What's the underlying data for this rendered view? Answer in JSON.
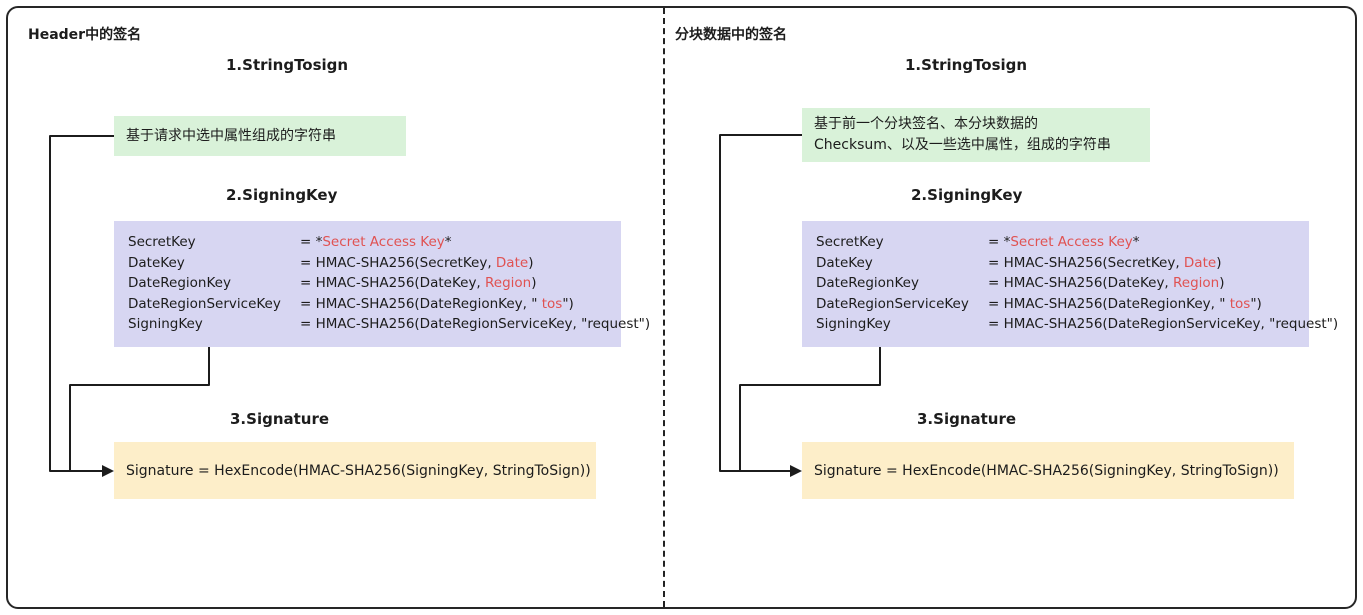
{
  "colors": {
    "green_box": "#d9f2d9",
    "purple_box": "#d7d6f2",
    "yellow_box": "#fdeec9",
    "red_text": "#e05252",
    "line": "#1c1c1c"
  },
  "panels": [
    {
      "title": "Header中的签名",
      "step1_label": "1.StringTosign",
      "string_to_sign_lines": [
        "基于请求中选中属性组成的字符串",
        ""
      ],
      "step2_label": "2.SigningKey",
      "code_lines": [
        {
          "key": "SecretKey",
          "pre": "= *",
          "red": "Secret Access Key",
          "post": "*"
        },
        {
          "key": "DateKey",
          "pre": "= HMAC-SHA256(SecretKey, ",
          "red": "Date",
          "post": ")"
        },
        {
          "key": "DateRegionKey",
          "pre": "= HMAC-SHA256(DateKey, ",
          "red": "Region",
          "post": ")"
        },
        {
          "key": "DateRegionServiceKey",
          "pre": "= HMAC-SHA256(DateRegionKey, \" ",
          "red": "tos",
          "post": "\")"
        },
        {
          "key": "SigningKey",
          "pre": "= HMAC-SHA256(DateRegionServiceKey, \"request\")",
          "red": "",
          "post": ""
        }
      ],
      "step3_label": "3.Signature",
      "signature": "Signature = HexEncode(HMAC-SHA256(SigningKey, StringToSign))"
    },
    {
      "title": "分块数据中的签名",
      "step1_label": "1.StringTosign",
      "string_to_sign_lines": [
        "基于前一个分块签名、本分块数据的",
        "Checksum、以及一些选中属性，组成的字符串"
      ],
      "step2_label": "2.SigningKey",
      "code_lines": [
        {
          "key": "SecretKey",
          "pre": "= *",
          "red": "Secret Access Key",
          "post": "*"
        },
        {
          "key": "DateKey",
          "pre": "= HMAC-SHA256(SecretKey, ",
          "red": "Date",
          "post": ")"
        },
        {
          "key": "DateRegionKey",
          "pre": "= HMAC-SHA256(DateKey, ",
          "red": "Region",
          "post": ")"
        },
        {
          "key": "DateRegionServiceKey",
          "pre": "= HMAC-SHA256(DateRegionKey, \" ",
          "red": "tos",
          "post": "\")"
        },
        {
          "key": "SigningKey",
          "pre": "= HMAC-SHA256(DateRegionServiceKey, \"request\")",
          "red": "",
          "post": ""
        }
      ],
      "step3_label": "3.Signature",
      "signature": "Signature = HexEncode(HMAC-SHA256(SigningKey, StringToSign))"
    }
  ]
}
